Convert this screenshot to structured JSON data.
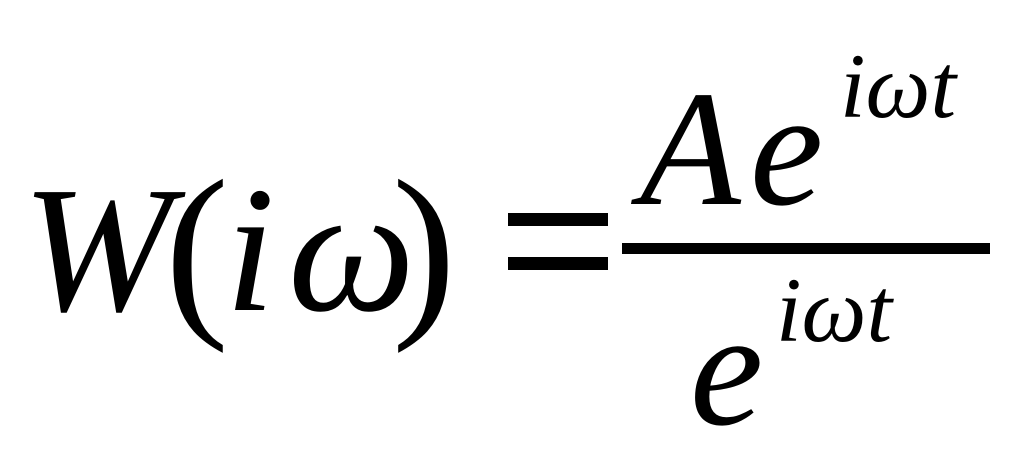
{
  "formula": {
    "lhs": {
      "function": "W",
      "open_paren": "(",
      "imag_unit": "i",
      "variable": "ω",
      "close_paren": ")"
    },
    "numerator": {
      "coefficient": "A",
      "base": "e",
      "exponent": "iωt"
    },
    "denominator": {
      "base": "e",
      "exponent": "iωt"
    }
  },
  "colors": {
    "ink": "#000000",
    "background": "#ffffff"
  }
}
